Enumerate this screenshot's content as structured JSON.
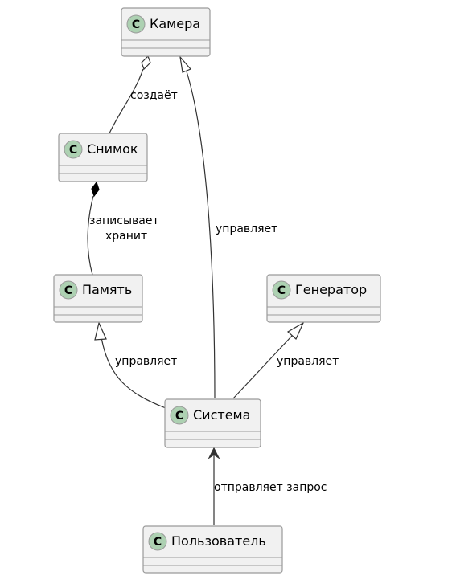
{
  "colors": {
    "class_fill": "#f1f1f1",
    "class_border": "#9a9a9a",
    "circle_fill": "#add1b2",
    "circle_border": "#9a9a9a",
    "line": "#333333"
  },
  "classes": {
    "camera": {
      "name": "Камера",
      "stereotype": "C"
    },
    "snapshot": {
      "name": "Снимок",
      "stereotype": "C"
    },
    "memory": {
      "name": "Память",
      "stereotype": "C"
    },
    "generator": {
      "name": "Генератор",
      "stereotype": "C"
    },
    "system": {
      "name": "Система",
      "stereotype": "C"
    },
    "user": {
      "name": "Пользователь",
      "stereotype": "C"
    }
  },
  "relations": {
    "camera_snapshot": {
      "type": "aggregation",
      "label": "создаёт"
    },
    "snapshot_memory": {
      "type": "composition",
      "label_line1": "записывает",
      "label_line2": "хранит"
    },
    "system_camera": {
      "type": "inheritance",
      "label": "управляет"
    },
    "system_memory": {
      "type": "inheritance",
      "label": "управляет"
    },
    "system_generator": {
      "type": "inheritance",
      "label": "управляет"
    },
    "user_system": {
      "type": "association",
      "label": "отправляет запрос"
    }
  }
}
